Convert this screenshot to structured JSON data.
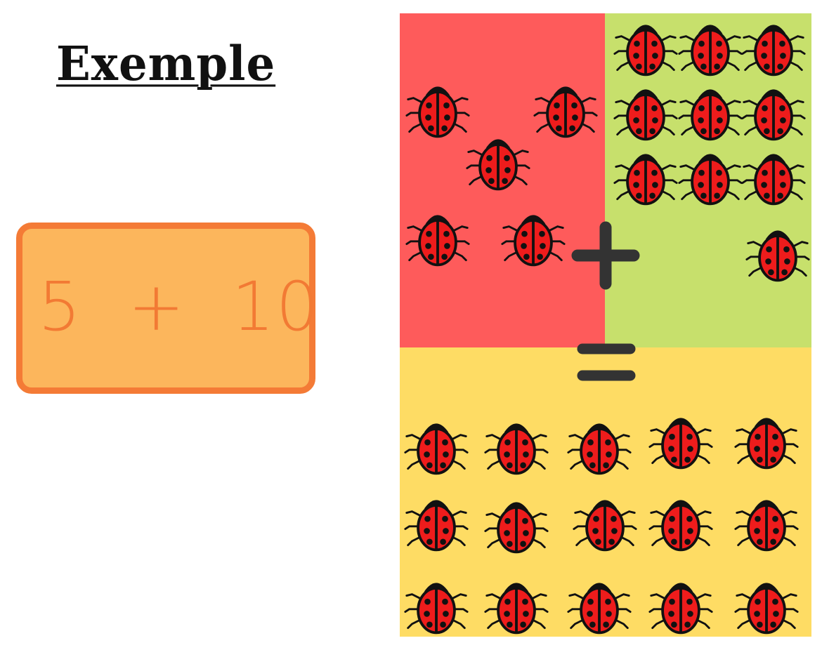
{
  "title": "Exemple",
  "card": {
    "expression": "5  +  10"
  },
  "board": {
    "colors": {
      "first_addend": "#fe5b5b",
      "second_addend": "#c7e06c",
      "sum": "#fedc64"
    },
    "plus_icon": "plus-icon",
    "equals_icon": "equals-icon",
    "ladybug_icon": "ladybug-icon",
    "first_addend_count": 5,
    "second_addend_count": 10,
    "sum_count": 15
  }
}
